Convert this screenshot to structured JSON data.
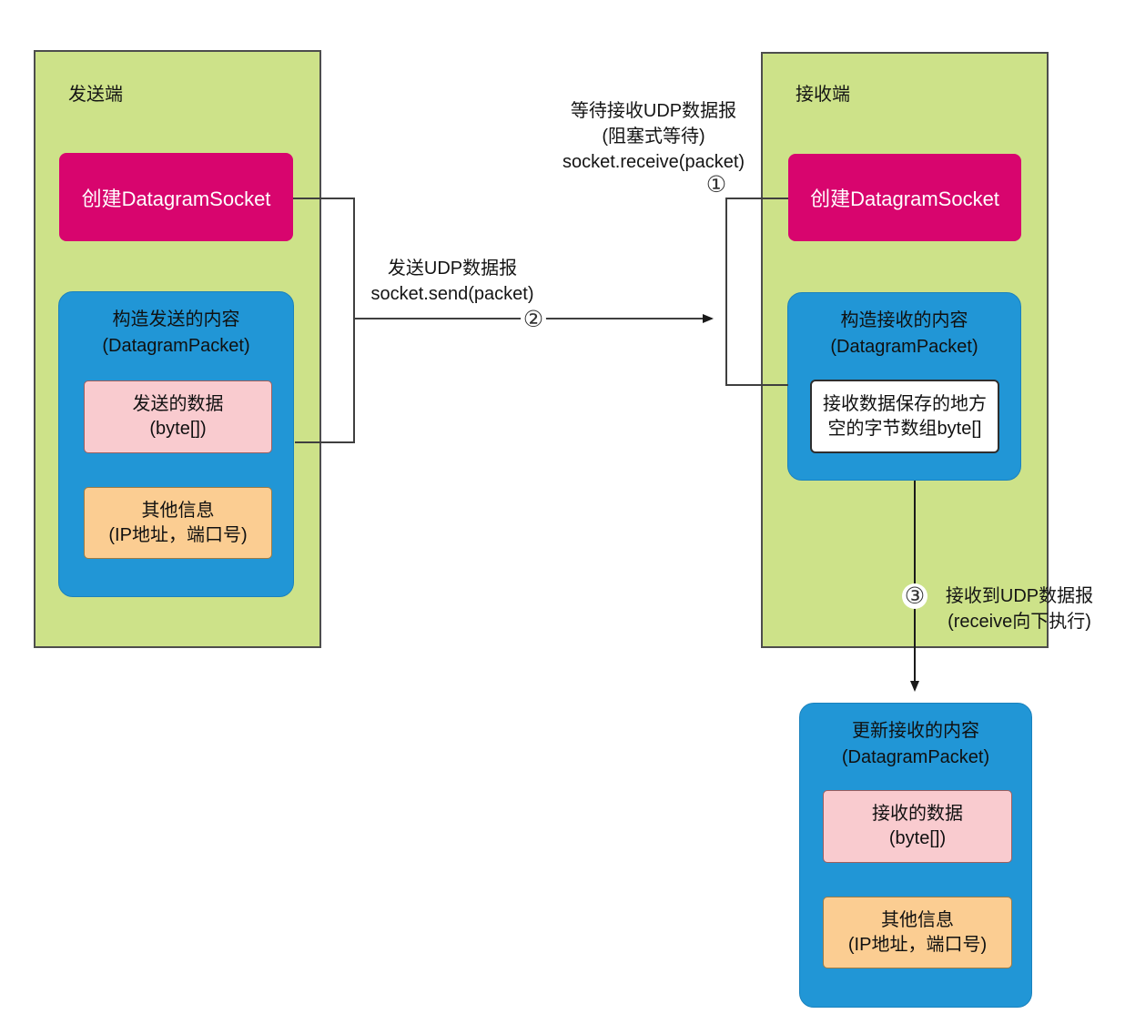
{
  "colors": {
    "panel_green": "#cde289",
    "panel_border": "#4d4d4d",
    "magenta_box": "#d8056e",
    "blue_box": "#2196d6",
    "light_pink_box": "#f9cbcf",
    "orange_box": "#fbcd92",
    "line": "#3f3f3f"
  },
  "sender": {
    "title": "发送端",
    "create_socket_label": "创建DatagramSocket",
    "packet": {
      "title_line1": "构造发送的内容",
      "title_line2": "(DatagramPacket)",
      "data": {
        "line1": "发送的数据",
        "line2": "(byte[])"
      },
      "info": {
        "line1": "其他信息",
        "line2": "(IP地址，端口号)"
      }
    }
  },
  "receiver": {
    "title": "接收端",
    "create_socket_label": "创建DatagramSocket",
    "packet": {
      "title_line1": "构造接收的内容",
      "title_line2": "(DatagramPacket)",
      "buffer": {
        "line1": "接收数据保存的地方",
        "line2": "空的字节数组byte[]"
      }
    },
    "updated_packet": {
      "title_line1": "更新接收的内容",
      "title_line2": "(DatagramPacket)",
      "data": {
        "line1": "接收的数据",
        "line2": "(byte[])"
      },
      "info": {
        "line1": "其他信息",
        "line2": "(IP地址，端口号)"
      }
    }
  },
  "annotations": {
    "receive_wait": {
      "line1": "等待接收UDP数据报",
      "line2": "(阻塞式等待)",
      "line3": "socket.receive(packet)",
      "step": "①"
    },
    "send": {
      "line1": "发送UDP数据报",
      "line2": "socket.send(packet)",
      "step": "②"
    },
    "received": {
      "step": "③",
      "line1": "接收到UDP数据报",
      "line2": "(receive向下执行)"
    }
  }
}
